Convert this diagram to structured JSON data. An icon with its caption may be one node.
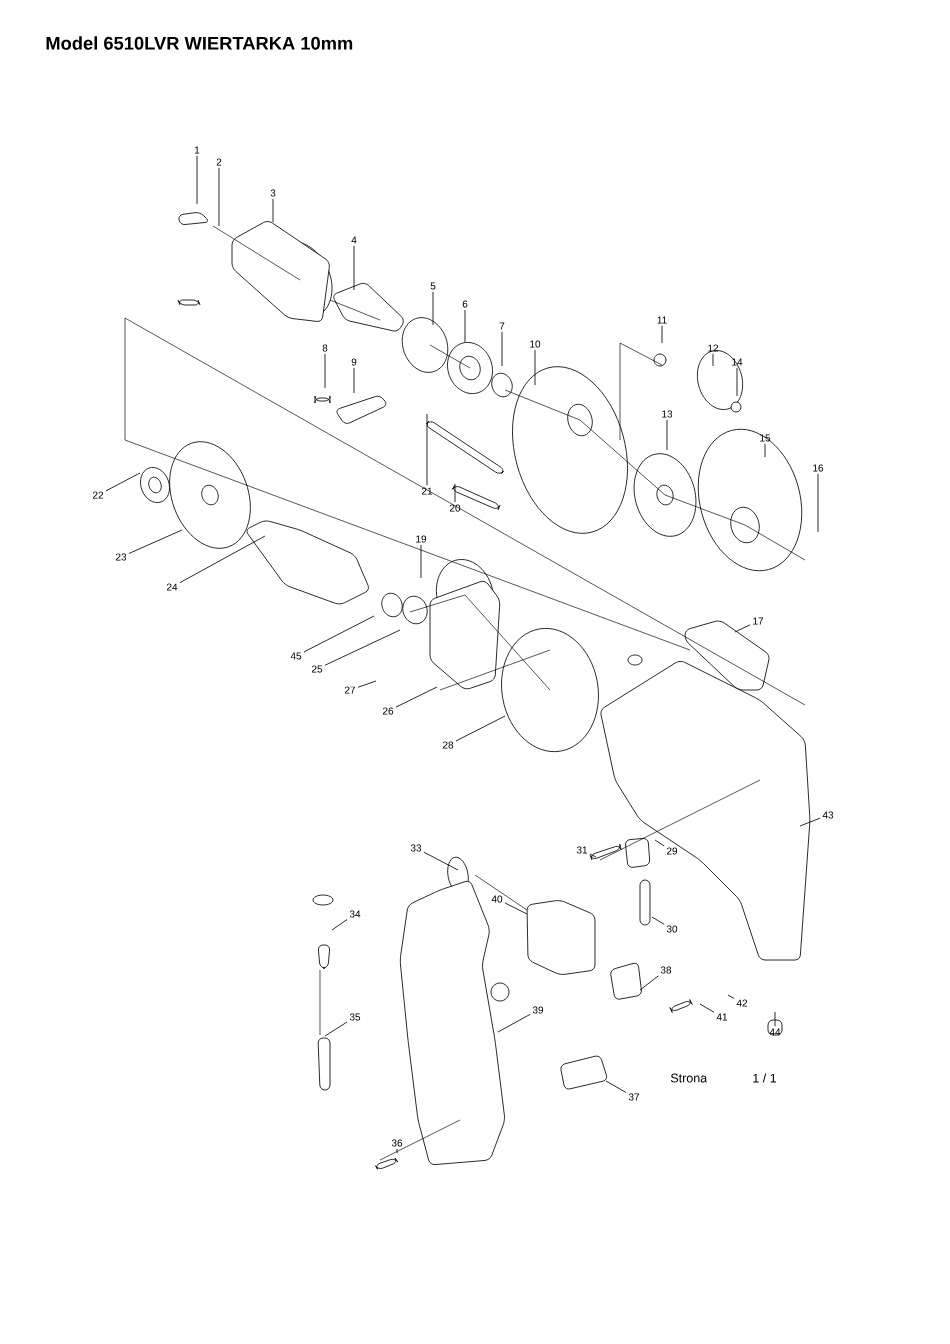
{
  "diagram": {
    "title": "Model 6510LVR  WIERTARKA 10mm",
    "nodes": [
      {
        "text": [
          "1"
        ]
      },
      {
        "text": [
          "2"
        ]
      },
      {
        "text": [
          "3"
        ]
      },
      {
        "text": [
          "4"
        ]
      },
      {
        "text": [
          "5"
        ]
      },
      {
        "text": [
          "6"
        ]
      },
      {
        "text": [
          "7"
        ]
      },
      {
        "text": [
          "8"
        ]
      },
      {
        "text": [
          "9"
        ]
      },
      {
        "text": [
          "10"
        ]
      },
      {
        "text": [
          "11"
        ]
      },
      {
        "text": [
          "12"
        ]
      },
      {
        "text": [
          "13"
        ]
      },
      {
        "text": [
          "14"
        ]
      },
      {
        "text": [
          "15"
        ]
      },
      {
        "text": [
          "16"
        ]
      },
      {
        "text": [
          "17"
        ]
      },
      {
        "text": [
          "19"
        ]
      },
      {
        "text": [
          "20"
        ]
      },
      {
        "text": [
          "21"
        ]
      },
      {
        "text": [
          "22"
        ]
      },
      {
        "text": [
          "23"
        ]
      },
      {
        "text": [
          "24"
        ]
      },
      {
        "text": [
          "45"
        ]
      },
      {
        "text": [
          "25"
        ]
      },
      {
        "text": [
          "27"
        ]
      },
      {
        "text": [
          "26"
        ]
      },
      {
        "text": [
          "28"
        ]
      },
      {
        "text": [
          "29"
        ]
      },
      {
        "text": [
          "30"
        ]
      },
      {
        "text": [
          "31"
        ]
      },
      {
        "text": [
          "33"
        ]
      },
      {
        "text": [
          "34"
        ]
      },
      {
        "text": [
          "35"
        ]
      },
      {
        "text": [
          "36"
        ]
      },
      {
        "text": [
          "37"
        ]
      },
      {
        "text": [
          "38"
        ]
      },
      {
        "text": [
          "39"
        ]
      },
      {
        "text": [
          "40"
        ]
      },
      {
        "text": [
          "41"
        ]
      },
      {
        "text": [
          "42"
        ]
      },
      {
        "text": [
          "43"
        ]
      },
      {
        "text": [
          "44"
        ]
      }
    ],
    "edges": [
      {
        "from": 0,
        "to": null,
        "arrow": "none"
      },
      {
        "from": 1,
        "to": null,
        "arrow": "none"
      },
      {
        "from": 2,
        "to": null,
        "arrow": "none"
      },
      {
        "from": 3,
        "to": null,
        "arrow": "none"
      },
      {
        "from": 4,
        "to": null,
        "arrow": "none"
      },
      {
        "from": 5,
        "to": null,
        "arrow": "none"
      },
      {
        "from": 6,
        "to": null,
        "arrow": "none"
      },
      {
        "from": 7,
        "to": null,
        "arrow": "none"
      },
      {
        "from": 8,
        "to": null,
        "arrow": "none"
      },
      {
        "from": 9,
        "to": null,
        "arrow": "none"
      },
      {
        "from": 10,
        "to": null,
        "arrow": "none"
      },
      {
        "from": 11,
        "to": null,
        "arrow": "none"
      },
      {
        "from": 12,
        "to": null,
        "arrow": "none"
      },
      {
        "from": 13,
        "to": null,
        "arrow": "none"
      },
      {
        "from": 14,
        "to": null,
        "arrow": "none"
      },
      {
        "from": 15,
        "to": null,
        "arrow": "none"
      },
      {
        "from": 16,
        "to": null,
        "arrow": "none"
      },
      {
        "from": 17,
        "to": null,
        "arrow": "none"
      },
      {
        "from": 18,
        "to": null,
        "arrow": "none"
      },
      {
        "from": 19,
        "to": null,
        "arrow": "none"
      },
      {
        "from": 20,
        "to": null,
        "arrow": "none"
      },
      {
        "from": 21,
        "to": null,
        "arrow": "none"
      },
      {
        "from": 22,
        "to": null,
        "arrow": "none"
      },
      {
        "from": 23,
        "to": null,
        "arrow": "none"
      },
      {
        "from": 24,
        "to": null,
        "arrow": "none"
      },
      {
        "from": 25,
        "to": null,
        "arrow": "none"
      },
      {
        "from": 26,
        "to": null,
        "arrow": "none"
      },
      {
        "from": 27,
        "to": null,
        "arrow": "none"
      },
      {
        "from": 28,
        "to": null,
        "arrow": "none"
      },
      {
        "from": 29,
        "to": null,
        "arrow": "none"
      },
      {
        "from": 30,
        "to": null,
        "arrow": "none"
      },
      {
        "from": 31,
        "to": null,
        "arrow": "none"
      },
      {
        "from": 32,
        "to": null,
        "arrow": "none"
      },
      {
        "from": 33,
        "to": null,
        "arrow": "none"
      },
      {
        "from": 34,
        "to": null,
        "arrow": "none"
      },
      {
        "from": 35,
        "to": null,
        "arrow": "none"
      },
      {
        "from": 36,
        "to": null,
        "arrow": "none"
      },
      {
        "from": 37,
        "to": null,
        "arrow": "none"
      },
      {
        "from": 38,
        "to": null,
        "arrow": "none"
      },
      {
        "from": 39,
        "to": null,
        "arrow": "none"
      },
      {
        "from": 40,
        "to": null,
        "arrow": "none"
      },
      {
        "from": 41,
        "to": null,
        "arrow": "none"
      },
      {
        "from": 42,
        "to": null,
        "arrow": "none"
      }
    ],
    "labels": [
      "Strona",
      "1 / 1"
    ]
  }
}
